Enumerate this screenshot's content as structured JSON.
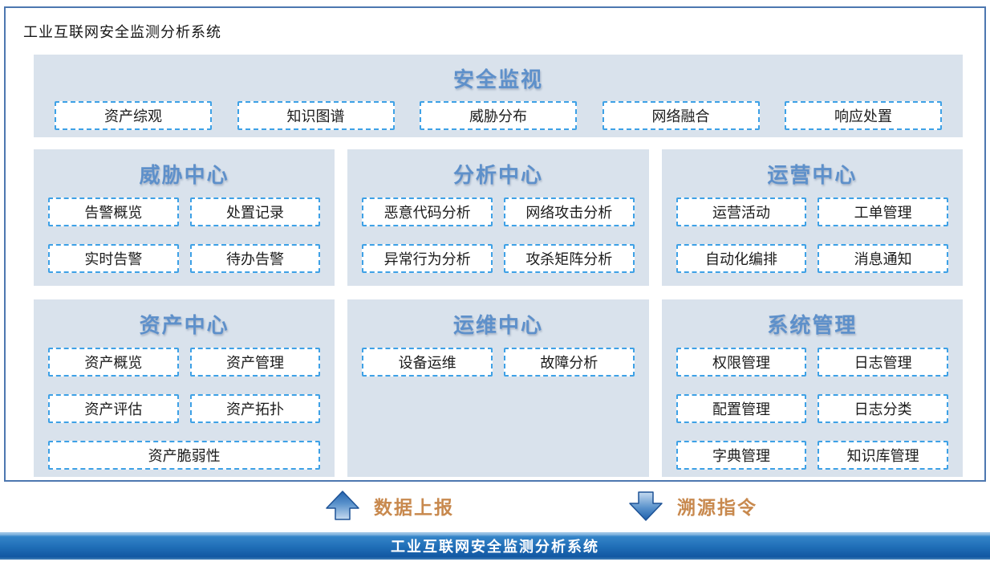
{
  "window_title": "工业互联网安全监测分析系统",
  "top_panel": {
    "title": "安全监视",
    "items": [
      "资产综观",
      "知识图谱",
      "威胁分布",
      "网络融合",
      "响应处置"
    ]
  },
  "panels_row1": [
    {
      "title": "威胁中心",
      "items": [
        "告警概览",
        "处置记录",
        "实时告警",
        "待办告警"
      ]
    },
    {
      "title": "分析中心",
      "items": [
        "恶意代码分析",
        "网络攻击分析",
        "异常行为分析",
        "攻杀矩阵分析"
      ]
    },
    {
      "title": "运营中心",
      "items": [
        "运营活动",
        "工单管理",
        "自动化编排",
        "消息通知"
      ]
    }
  ],
  "panels_row2": [
    {
      "title": "资产中心",
      "items": [
        "资产概览",
        "资产管理",
        "资产评估",
        "资产拓扑",
        "资产脆弱性"
      ]
    },
    {
      "title": "运维中心",
      "items": [
        "设备运维",
        "故障分析"
      ]
    },
    {
      "title": "系统管理",
      "items": [
        "权限管理",
        "日志管理",
        "配置管理",
        "日志分类",
        "字典管理",
        "知识库管理"
      ]
    }
  ],
  "flows": {
    "up_icon": "arrow-up",
    "up_label": "数据上报",
    "down_icon": "arrow-down",
    "down_label": "溯源指令"
  },
  "footer": {
    "label": "工业互联网安全监测分析系统"
  },
  "colors": {
    "frame_border": "#4d77b0",
    "panel_background": "#d9e2ec",
    "header_blue": "#5e90ca",
    "item_dashed_border": "#3ea1e6",
    "flow_orange": "#c8894e",
    "footer_bar_blue": "#1e6cb5",
    "arrow_dark_blue": "#2463ae",
    "arrow_light_blue": "#c6dbf0"
  }
}
